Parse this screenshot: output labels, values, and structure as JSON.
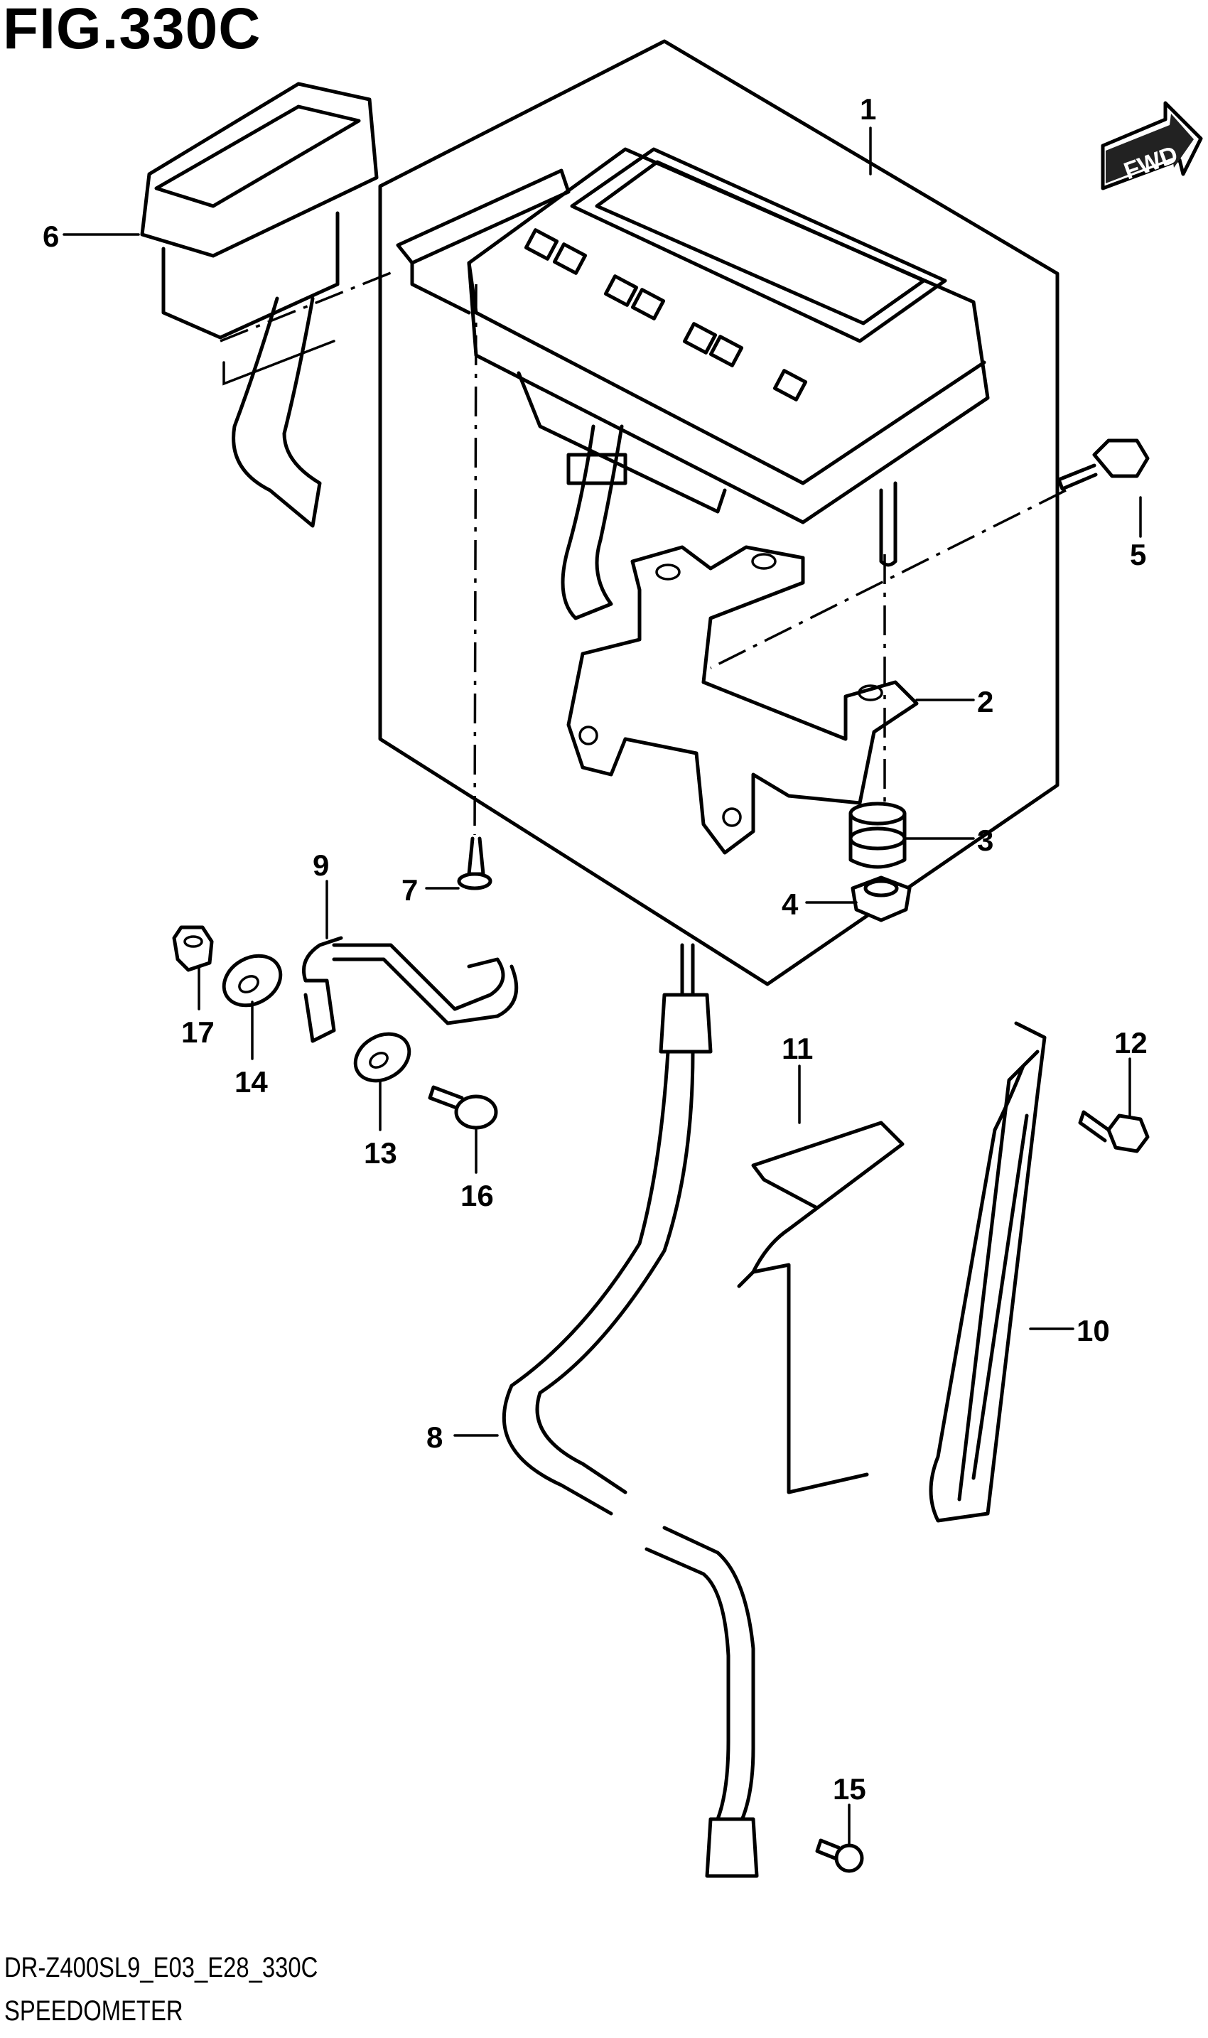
{
  "figure": {
    "title": "FIG.330C",
    "code": "DR-Z400SL9_E03_E28_330C",
    "name": "SPEEDOMETER",
    "direction_badge": "FWD"
  },
  "callouts": [
    {
      "number": "1",
      "part": "speedometer-assembly"
    },
    {
      "number": "2",
      "part": "bracket"
    },
    {
      "number": "3",
      "part": "cushion"
    },
    {
      "number": "4",
      "part": "nut"
    },
    {
      "number": "5",
      "part": "bolt"
    },
    {
      "number": "6",
      "part": "meter-cover"
    },
    {
      "number": "7",
      "part": "screw"
    },
    {
      "number": "8",
      "part": "speedometer-cable"
    },
    {
      "number": "9",
      "part": "cable-guide-clamp"
    },
    {
      "number": "10",
      "part": "wire-clamp-long"
    },
    {
      "number": "11",
      "part": "wire-clamp"
    },
    {
      "number": "12",
      "part": "bolt"
    },
    {
      "number": "13",
      "part": "washer"
    },
    {
      "number": "14",
      "part": "washer"
    },
    {
      "number": "15",
      "part": "screw"
    },
    {
      "number": "16",
      "part": "bolt"
    },
    {
      "number": "17",
      "part": "nut"
    }
  ],
  "icons": {
    "direction": "fwd-arrow-icon"
  }
}
